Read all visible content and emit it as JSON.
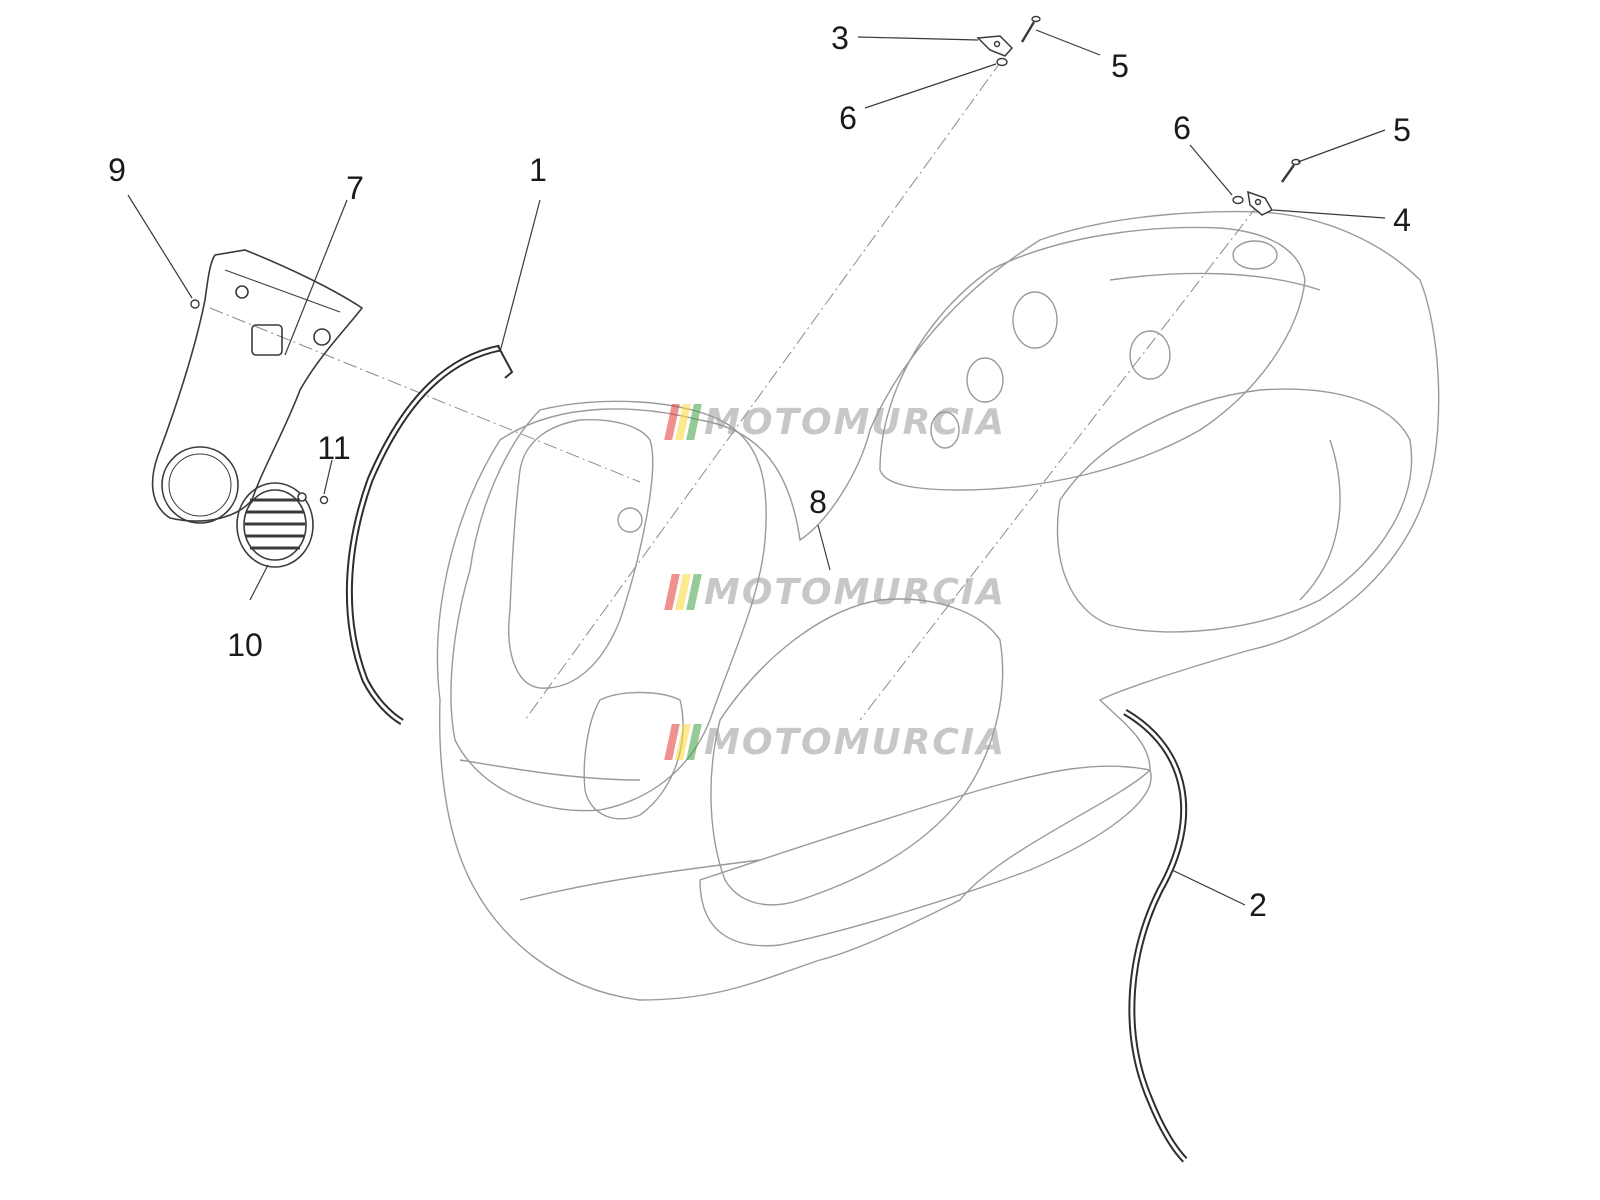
{
  "diagram": {
    "callouts": [
      {
        "id": "c9",
        "text": "9"
      },
      {
        "id": "c7",
        "text": "7"
      },
      {
        "id": "c1",
        "text": "1"
      },
      {
        "id": "c11",
        "text": "11"
      },
      {
        "id": "c10",
        "text": "10"
      },
      {
        "id": "c8",
        "text": "8"
      },
      {
        "id": "c3",
        "text": "3"
      },
      {
        "id": "c5a",
        "text": "5"
      },
      {
        "id": "c6a",
        "text": "6"
      },
      {
        "id": "c6b",
        "text": "6"
      },
      {
        "id": "c5b",
        "text": "5"
      },
      {
        "id": "c4",
        "text": "4"
      },
      {
        "id": "c2",
        "text": "2"
      }
    ]
  },
  "watermark": {
    "text": "MOTOMURCIA",
    "stripe_colors": [
      "#e53935",
      "#fdd835",
      "#43a047"
    ]
  },
  "colors": {
    "line": "#3a3a3a",
    "faint_line": "#8c8c8c",
    "callout_text": "#1a1a1a"
  }
}
